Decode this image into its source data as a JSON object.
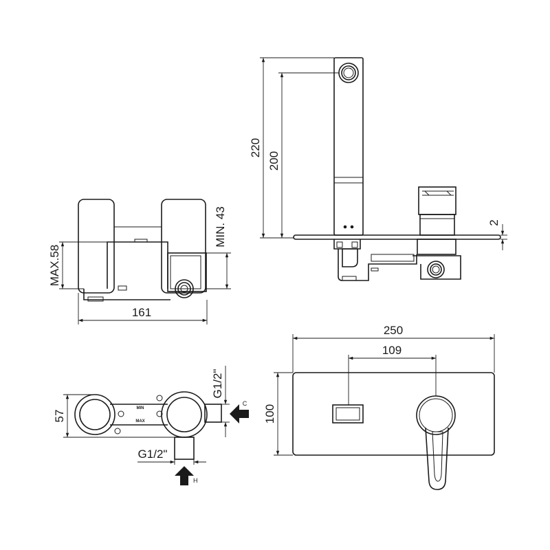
{
  "dimensions": {
    "height_220": "220",
    "height_200": "200",
    "plate_2": "2",
    "min_43": "MIN. 43",
    "max_58": "MAX.58",
    "width_161": "161",
    "depth_57": "57",
    "thread_top": "G1/2\"",
    "thread_bottom": "G1/2\"",
    "width_250": "250",
    "spacing_109": "109",
    "height_100": "100"
  },
  "labels": {
    "inlet_cold": "C",
    "inlet_hot": "H",
    "body_min": "MIN",
    "body_max": "MAX"
  }
}
